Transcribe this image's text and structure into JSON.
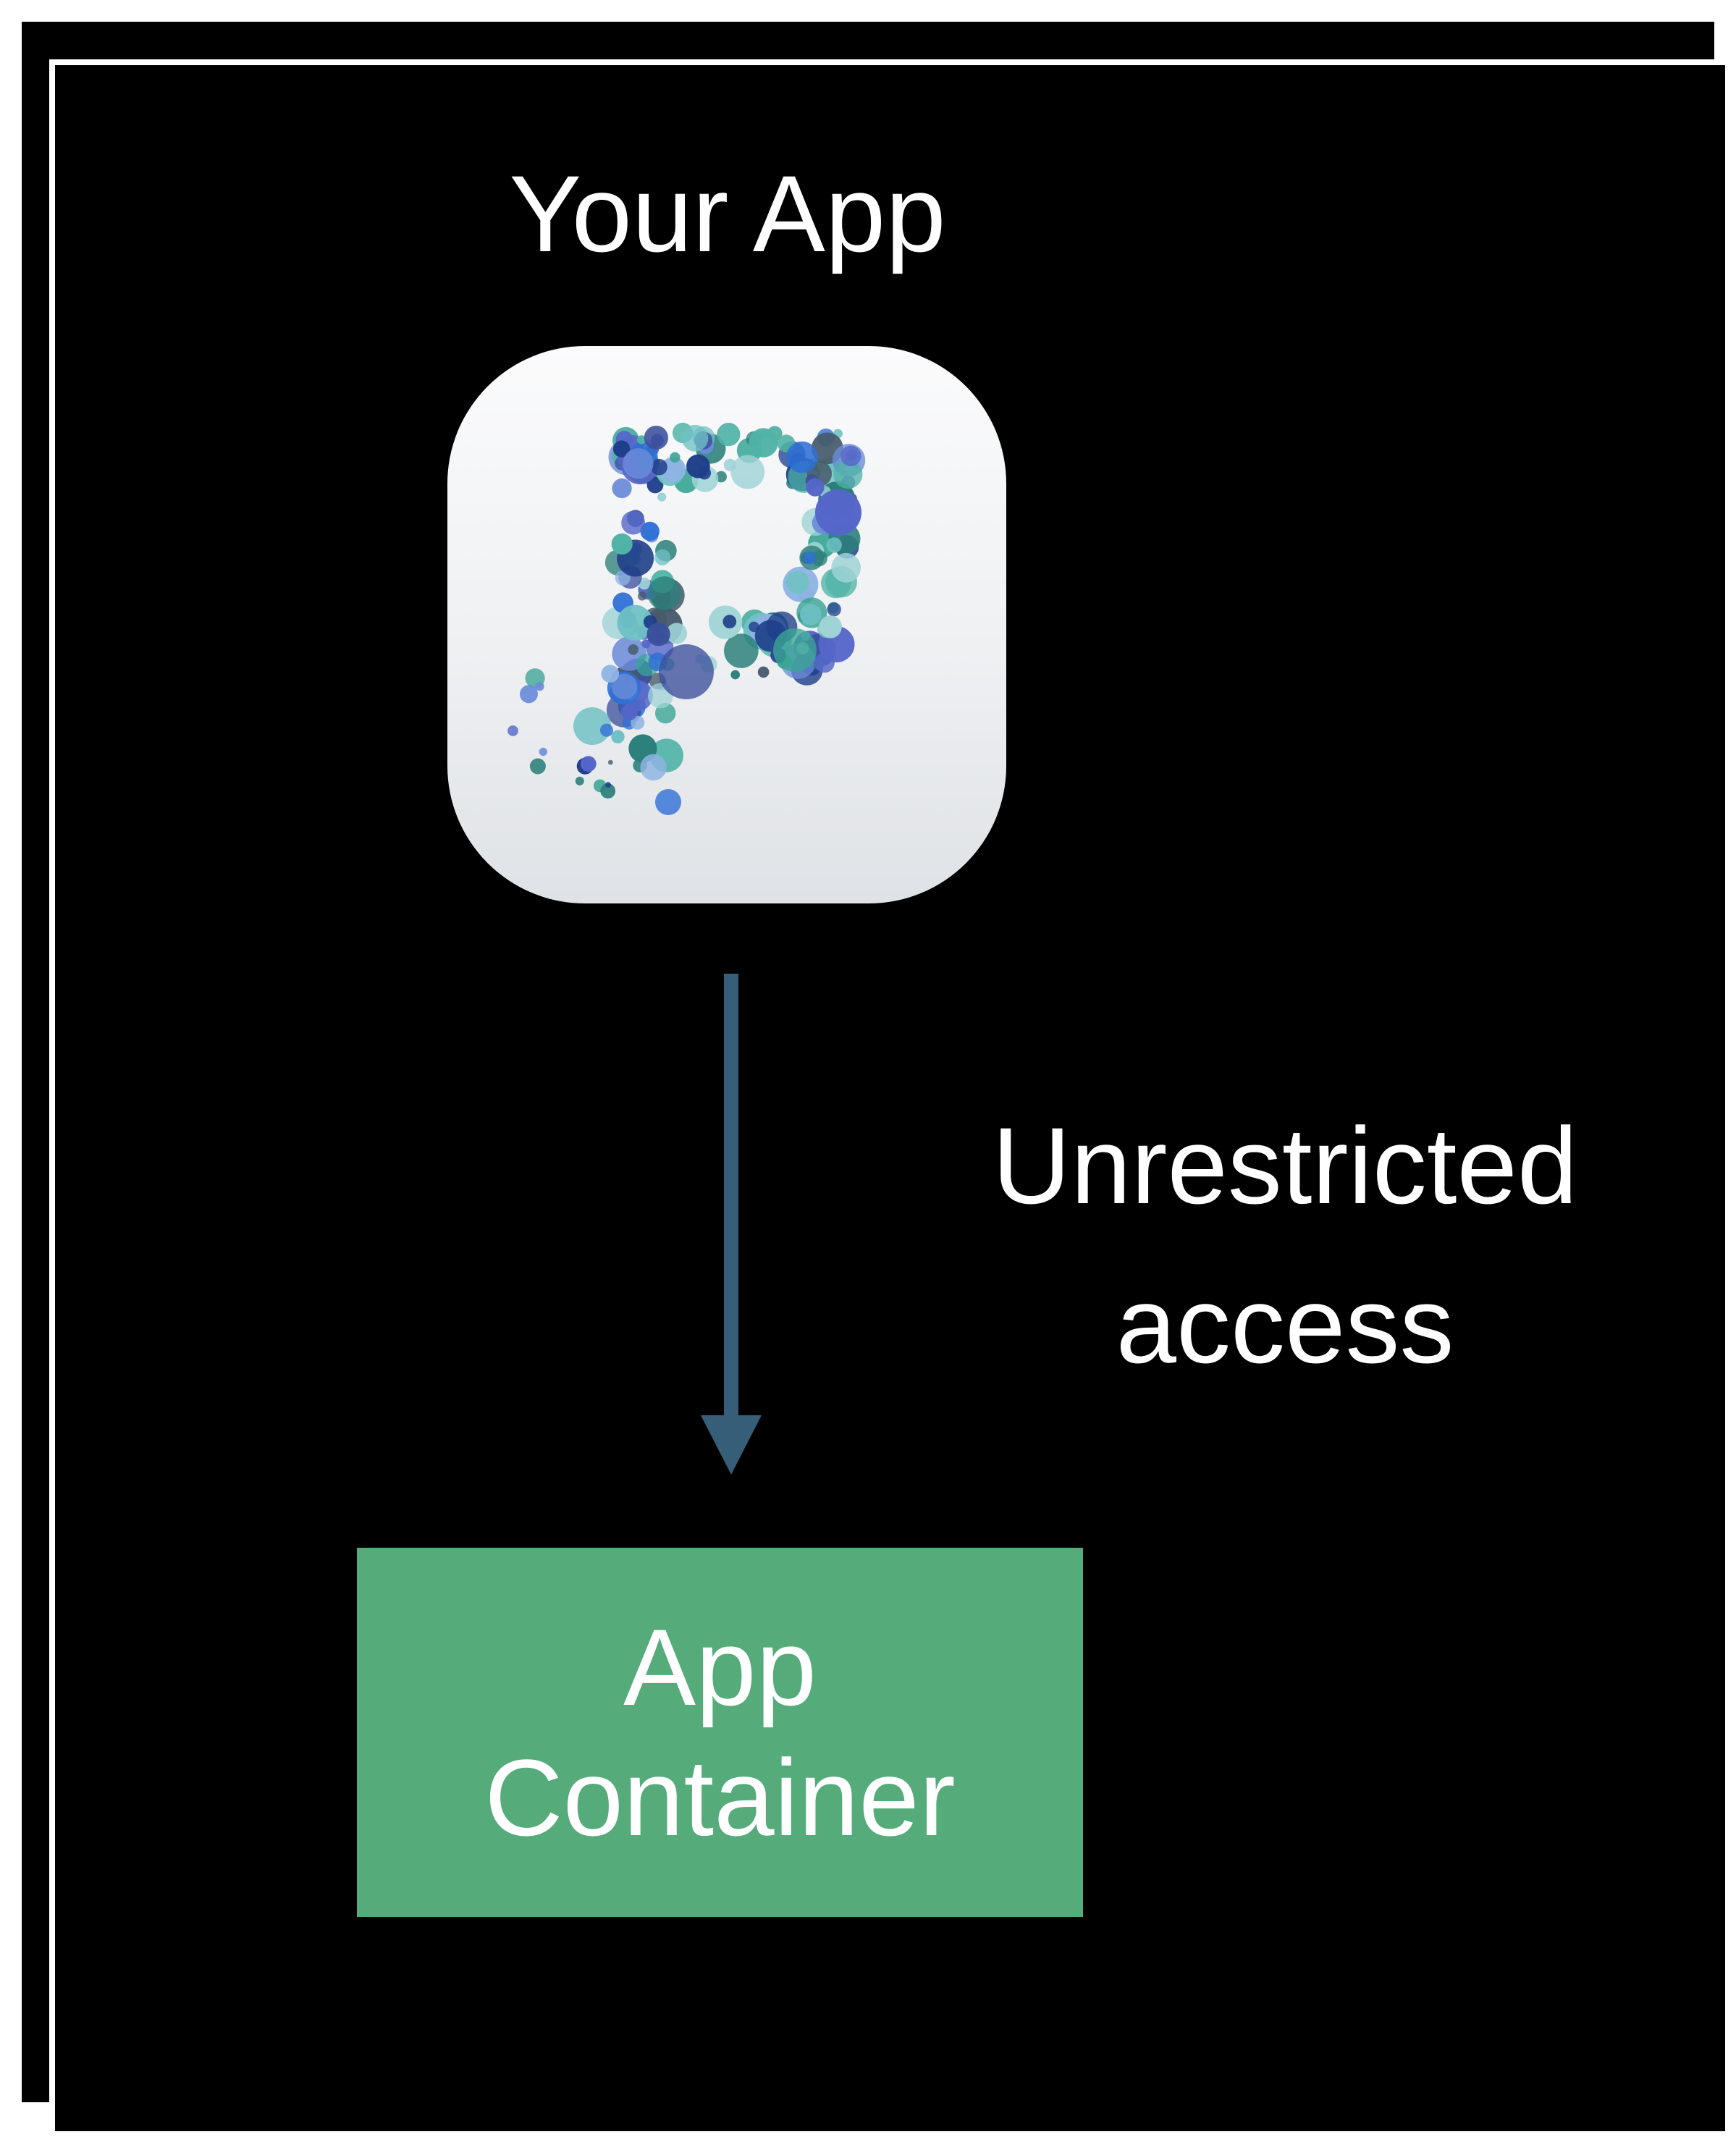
{
  "diagram": {
    "title": "Your App",
    "app_icon": {
      "icon_name": "paper-app-icon",
      "letter": "P"
    },
    "edge": {
      "label_line1": "Unrestricted",
      "label_line2": "access",
      "color": "#365e78"
    },
    "target": {
      "label_line1": "App",
      "label_line2": "Container",
      "color": "#55ab7a"
    }
  },
  "colors": {
    "background": "#000000",
    "border": "#ffffff",
    "text": "#ffffff"
  }
}
